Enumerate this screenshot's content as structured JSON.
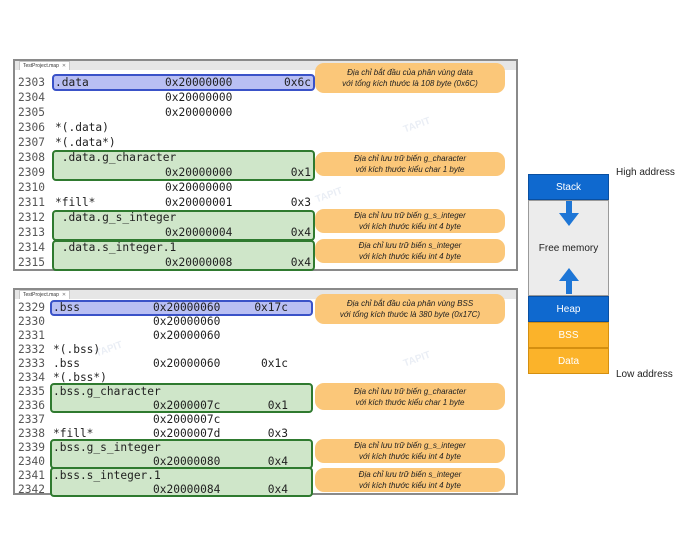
{
  "panel1": {
    "tab": "TestProject.map",
    "lines": [
      {
        "n": "2303",
        "a": ".data",
        "b": "0x20000000",
        "c": "0x6c"
      },
      {
        "n": "2304",
        "a": "",
        "b": "0x20000000",
        "c": ""
      },
      {
        "n": "2305",
        "a": "",
        "b": "0x20000000",
        "c": ""
      },
      {
        "n": "2306",
        "a": "*(.data)",
        "b": "",
        "c": ""
      },
      {
        "n": "2307",
        "a": "*(.data*)",
        "b": "",
        "c": ""
      },
      {
        "n": "2308",
        "a": " .data.g_character",
        "b": "",
        "c": ""
      },
      {
        "n": "2309",
        "a": "",
        "b": "0x20000000",
        "c": "0x1"
      },
      {
        "n": "2310",
        "a": "",
        "b": "0x20000000",
        "c": ""
      },
      {
        "n": "2311",
        "a": "*fill*",
        "b": "0x20000001",
        "c": "0x3"
      },
      {
        "n": "2312",
        "a": " .data.g_s_integer",
        "b": "",
        "c": ""
      },
      {
        "n": "2313",
        "a": "",
        "b": "0x20000004",
        "c": "0x4"
      },
      {
        "n": "2314",
        "a": " .data.s_integer.1",
        "b": "",
        "c": ""
      },
      {
        "n": "2315",
        "a": "",
        "b": "0x20000008",
        "c": "0x4"
      }
    ],
    "notes": [
      {
        "l1": "Địa chỉ bắt đầu của phân vùng data",
        "l2": "với tổng kích thước là 108 byte (0x6C)"
      },
      {
        "l1": "Địa chỉ lưu trữ biến g_character",
        "l2": "với kích thước kiểu char 1 byte"
      },
      {
        "l1": "Địa chỉ lưu trữ biến g_s_integer",
        "l2": "với kích thước kiểu int 4 byte"
      },
      {
        "l1": "Địa chỉ lưu trữ biến s_integer",
        "l2": "với kích thước kiểu int 4 byte"
      }
    ]
  },
  "panel2": {
    "tab": "TestProject.map",
    "lines": [
      {
        "n": "2329",
        "a": ".bss",
        "b": "0x20000060",
        "c": "0x17c"
      },
      {
        "n": "2330",
        "a": "",
        "b": "0x20000060",
        "c": ""
      },
      {
        "n": "2331",
        "a": "",
        "b": "0x20000060",
        "c": ""
      },
      {
        "n": "2332",
        "a": "*(.bss)",
        "b": "",
        "c": ""
      },
      {
        "n": "2333",
        "a": ".bss",
        "b": "0x20000060",
        "c": "0x1c"
      },
      {
        "n": "2334",
        "a": "*(.bss*)",
        "b": "",
        "c": ""
      },
      {
        "n": "2335",
        "a": ".bss.g_character",
        "b": "",
        "c": ""
      },
      {
        "n": "2336",
        "a": "",
        "b": "0x2000007c",
        "c": "0x1"
      },
      {
        "n": "2337",
        "a": "",
        "b": "0x2000007c",
        "c": ""
      },
      {
        "n": "2338",
        "a": "*fill*",
        "b": "0x2000007d",
        "c": "0x3"
      },
      {
        "n": "2339",
        "a": ".bss.g_s_integer",
        "b": "",
        "c": ""
      },
      {
        "n": "2340",
        "a": "",
        "b": "0x20000080",
        "c": "0x4"
      },
      {
        "n": "2341",
        "a": ".bss.s_integer.1",
        "b": "",
        "c": ""
      },
      {
        "n": "2342",
        "a": "",
        "b": "0x20000084",
        "c": "0x4"
      }
    ],
    "notes": [
      {
        "l1": "Địa chỉ bắt đầu của phân vùng BSS",
        "l2": "với tổng kích thước là 380 byte (0x17C)"
      },
      {
        "l1": "Địa chỉ lưu trữ biến g_character",
        "l2": "với kích thước kiểu char 1 byte"
      },
      {
        "l1": "Địa chỉ lưu trữ biến g_s_integer",
        "l2": "với kích thước kiểu int 4 byte"
      },
      {
        "l1": "Địa chỉ lưu trữ biến s_integer",
        "l2": "với kích thước kiểu int 4 byte"
      }
    ]
  },
  "memory": {
    "high_label": "High address",
    "low_label": "Low address",
    "segments": [
      "Stack",
      "Free memory",
      "Heap",
      "BSS",
      "Data"
    ],
    "colors": {
      "stack": "#0f69cf",
      "free": "#ececec",
      "heap": "#0f69cf",
      "bss": "#fbb32a",
      "data": "#fbb32a",
      "arrow": "#1e76d6"
    }
  },
  "watermark": "TAPIT"
}
